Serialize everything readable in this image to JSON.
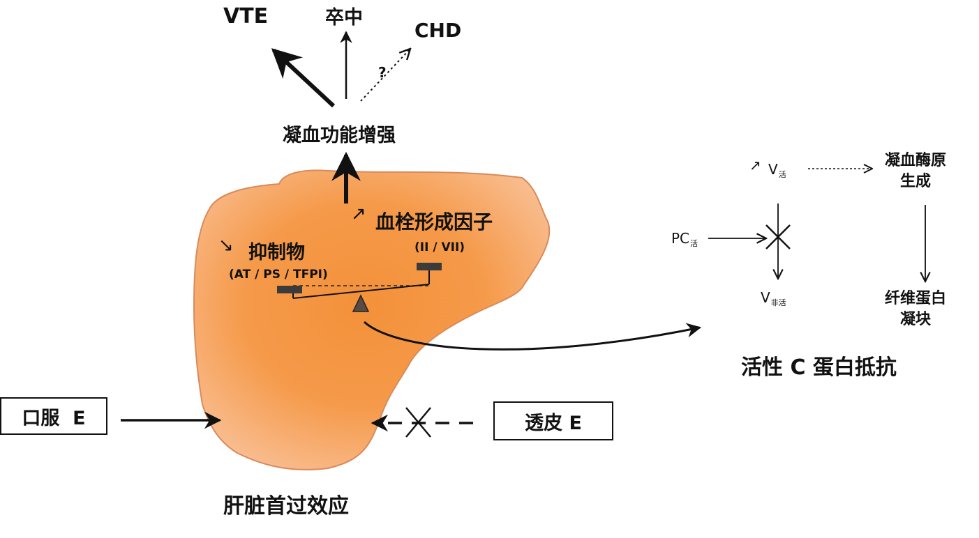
{
  "outcomes": {
    "vte": "VTE",
    "stroke": "卒中",
    "chd": "CHD",
    "question": "?"
  },
  "coag_enhanced": "凝血功能增强",
  "liver": {
    "procoag_label": "血栓形成因子",
    "procoag_detail": "(II / VII)",
    "inhibitor_label": "抑制物",
    "inhibitor_detail": "(AT / PS / TFPI)",
    "up_arrow": "↗",
    "down_arrow": "↘"
  },
  "oral_e": "口服  E",
  "transdermal_e": "透皮 E",
  "first_pass": "肝脏首过效应",
  "apc": {
    "up_arrow": "↗",
    "va": "V",
    "va_sub": "活",
    "pca": "PC",
    "pca_sub": "活",
    "vi": "V",
    "vi_sub": "非活",
    "prothrombinase_line1": "凝血酶原",
    "prothrombinase_line2": "生成",
    "fibrin_line1": "纤维蛋白",
    "fibrin_line2": "凝块",
    "title": "活性 C 蛋白抵抗"
  },
  "colors": {
    "liver_center": "#f5963f",
    "liver_edge": "#f9b98a",
    "liver_outline": "#d98a5a",
    "ink": "#111111"
  }
}
